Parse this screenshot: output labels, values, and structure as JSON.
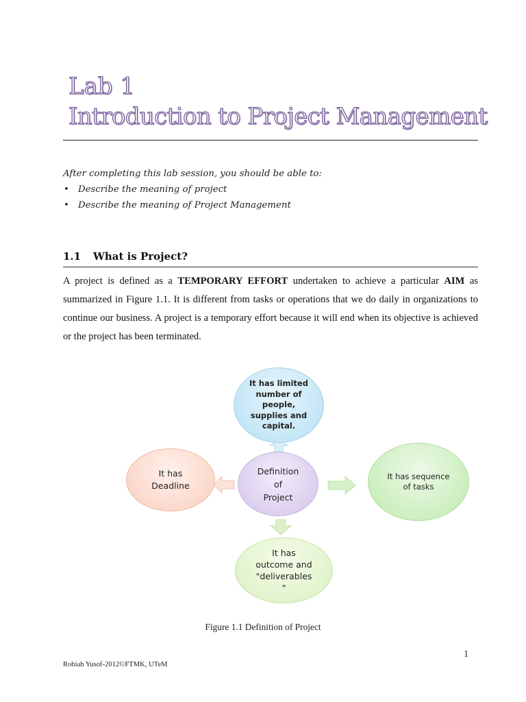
{
  "title": {
    "line1": "Lab 1",
    "line2": "Introduction to Project Management"
  },
  "objectives": {
    "intro": "After completing this lab session, you should be able to:",
    "items": [
      "Describe the meaning of project",
      "Describe the meaning of Project Management"
    ]
  },
  "section": {
    "number": "1.1",
    "title": "What is Project?"
  },
  "paragraph": {
    "p1": "A project is defined as a ",
    "b1": "TEMPORARY EFFORT",
    "p2": " undertaken to achieve a particular ",
    "b2": "AIM",
    "p3": " as summarized in Figure 1.1.  It is different from tasks or operations that we do daily in organizations to continue our business.  A project is a temporary effort because it will end when its objective is achieved or the project has been terminated."
  },
  "diagram": {
    "center": "Definition\nof\nProject",
    "top": "It has limited\nnumber of\npeople,\nsupplies and\ncapital.",
    "left": "It has\nDeadline",
    "right": "It has sequence\nof tasks",
    "bottom": "It has\noutcome and\n\"deliverables\n\""
  },
  "caption": "Figure 1.1 Definition of Project",
  "page_number": "1",
  "footer": "Robiah Yusof-2012©FTMK, UTeM",
  "colors": {
    "title_outline": "#6b4f8f",
    "circle_top": "#c4e6f7",
    "circle_left": "#fbd9cc",
    "circle_center": "#ddd0ef",
    "circle_right": "#cdefc0",
    "circle_bottom": "#e2f3cd"
  }
}
